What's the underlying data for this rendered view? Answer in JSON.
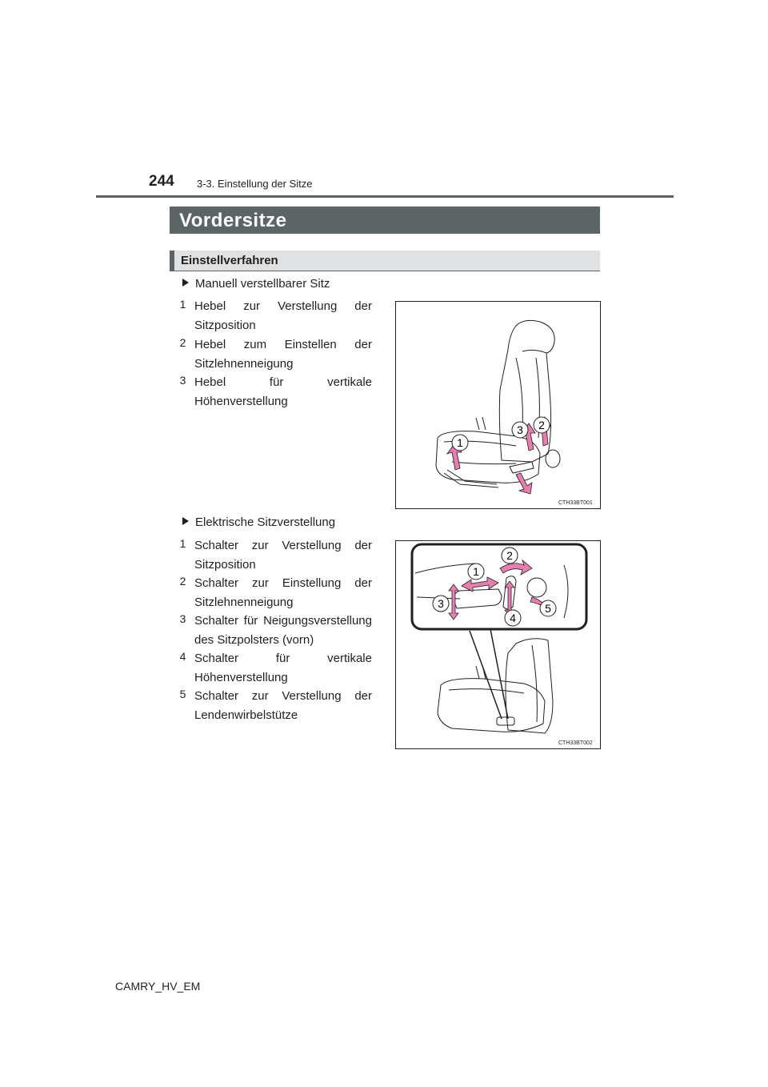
{
  "header": {
    "page_number": "244",
    "section": "3-3. Einstellung der Sitze"
  },
  "main_heading": "Vordersitze",
  "sub_heading": "Einstellverfahren",
  "manual_seat": {
    "title": "Manuell verstellbarer Sitz",
    "items": [
      {
        "num": "1",
        "text": "Hebel zur Verstellung der Sitzposition"
      },
      {
        "num": "2",
        "text": "Hebel zum Einstellen der Sitzlehnenneigung"
      },
      {
        "num": "3",
        "text": "Hebel für vertikale Höhenverstellung"
      }
    ],
    "figure_code": "CTH33BT001",
    "callouts": [
      "1",
      "2",
      "3"
    ]
  },
  "power_seat": {
    "title": "Elektrische Sitzverstellung",
    "items": [
      {
        "num": "1",
        "text": "Schalter zur Verstellung der Sitzposition"
      },
      {
        "num": "2",
        "text": "Schalter zur Einstellung der Sitzlehnenneigung"
      },
      {
        "num": "3",
        "text": "Schalter für Neigungsverstellung des Sitzpolsters (vorn)"
      },
      {
        "num": "4",
        "text": "Schalter für vertikale Höhenverstellung"
      },
      {
        "num": "5",
        "text": "Schalter zur Verstellung der Lendenwirbelstütze"
      }
    ],
    "figure_code": "CTH33BT002",
    "callouts": [
      "1",
      "2",
      "3",
      "4",
      "5"
    ]
  },
  "footer": "CAMRY_HV_EM",
  "colors": {
    "heading_bg": "#5d6466",
    "subheading_bg": "#dfe1e2",
    "arrow_pink": "#e67fb0"
  }
}
